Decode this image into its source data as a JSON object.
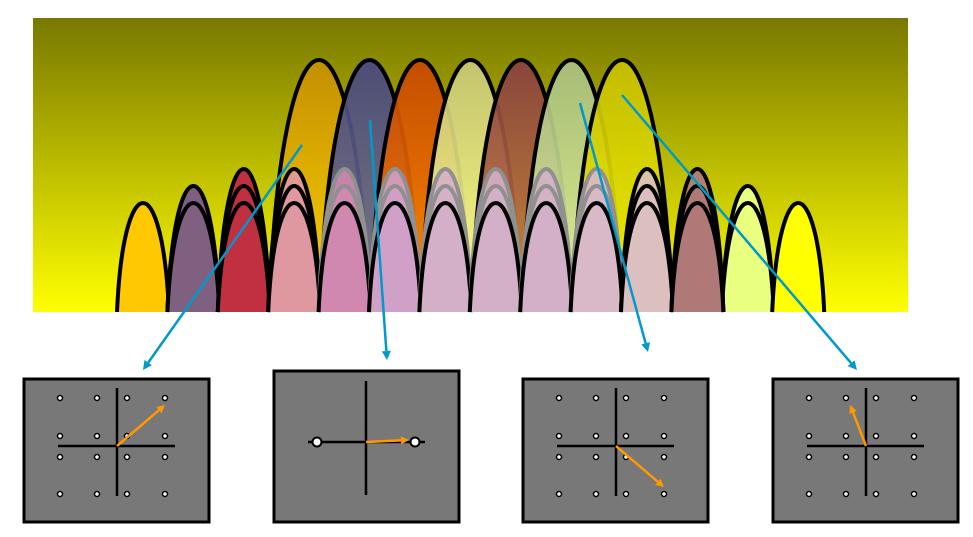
{
  "colors": {
    "background_top": "#787800",
    "background_bottom": "#ffff00",
    "pointer_line": "#0099cc",
    "panel_fill": "#787878",
    "arrow": "#ff9900",
    "outline": "#000000"
  },
  "large_arches": [
    {
      "name": "arch-1",
      "fill_top": "#c89000",
      "fill_bottom": "#ffd000"
    },
    {
      "name": "arch-2",
      "fill_top": "#484880",
      "fill_bottom": "#707090"
    },
    {
      "name": "arch-3",
      "fill_top": "#c84800",
      "fill_bottom": "#ff8000"
    },
    {
      "name": "arch-4",
      "fill_top": "#c8c878",
      "fill_bottom": "#ffff90"
    },
    {
      "name": "arch-5",
      "fill_top": "#884040",
      "fill_bottom": "#c88040"
    },
    {
      "name": "arch-6",
      "fill_top": "#a8c080",
      "fill_bottom": "#e0f0a0"
    },
    {
      "name": "arch-7",
      "fill_top": "#c8c000",
      "fill_bottom": "#f0f000"
    }
  ],
  "small_arches": [
    {
      "fill": "#ffc800",
      "levels": 1
    },
    {
      "fill": "#806080",
      "levels": 2
    },
    {
      "fill": "#c03040",
      "levels": 3
    },
    {
      "fill": "#e098a0",
      "levels": 3
    },
    {
      "fill": "#d088b0",
      "levels": 3
    },
    {
      "fill": "#d0a0c8",
      "levels": 3
    },
    {
      "fill": "#d4b0c8",
      "levels": 3
    },
    {
      "fill": "#d4b0c8",
      "levels": 3
    },
    {
      "fill": "#d4b0c8",
      "levels": 3
    },
    {
      "fill": "#d8b8c8",
      "levels": 3
    },
    {
      "fill": "#dcc0c0",
      "levels": 3
    },
    {
      "fill": "#b07878",
      "levels": 3
    },
    {
      "fill": "#e8ff80",
      "levels": 2
    },
    {
      "fill": "#ffff00",
      "levels": 1
    }
  ],
  "panels": [
    {
      "name": "constellation-16qam-1",
      "type": "16-QAM",
      "arrow_target": [
        1,
        1
      ]
    },
    {
      "name": "constellation-bpsk",
      "type": "BPSK",
      "arrow_target": [
        1,
        0
      ]
    },
    {
      "name": "constellation-16qam-2",
      "type": "16-QAM",
      "arrow_target": [
        1,
        -1
      ]
    },
    {
      "name": "constellation-16qam-3",
      "type": "16-QAM",
      "arrow_target": [
        -0.33,
        1
      ]
    }
  ]
}
